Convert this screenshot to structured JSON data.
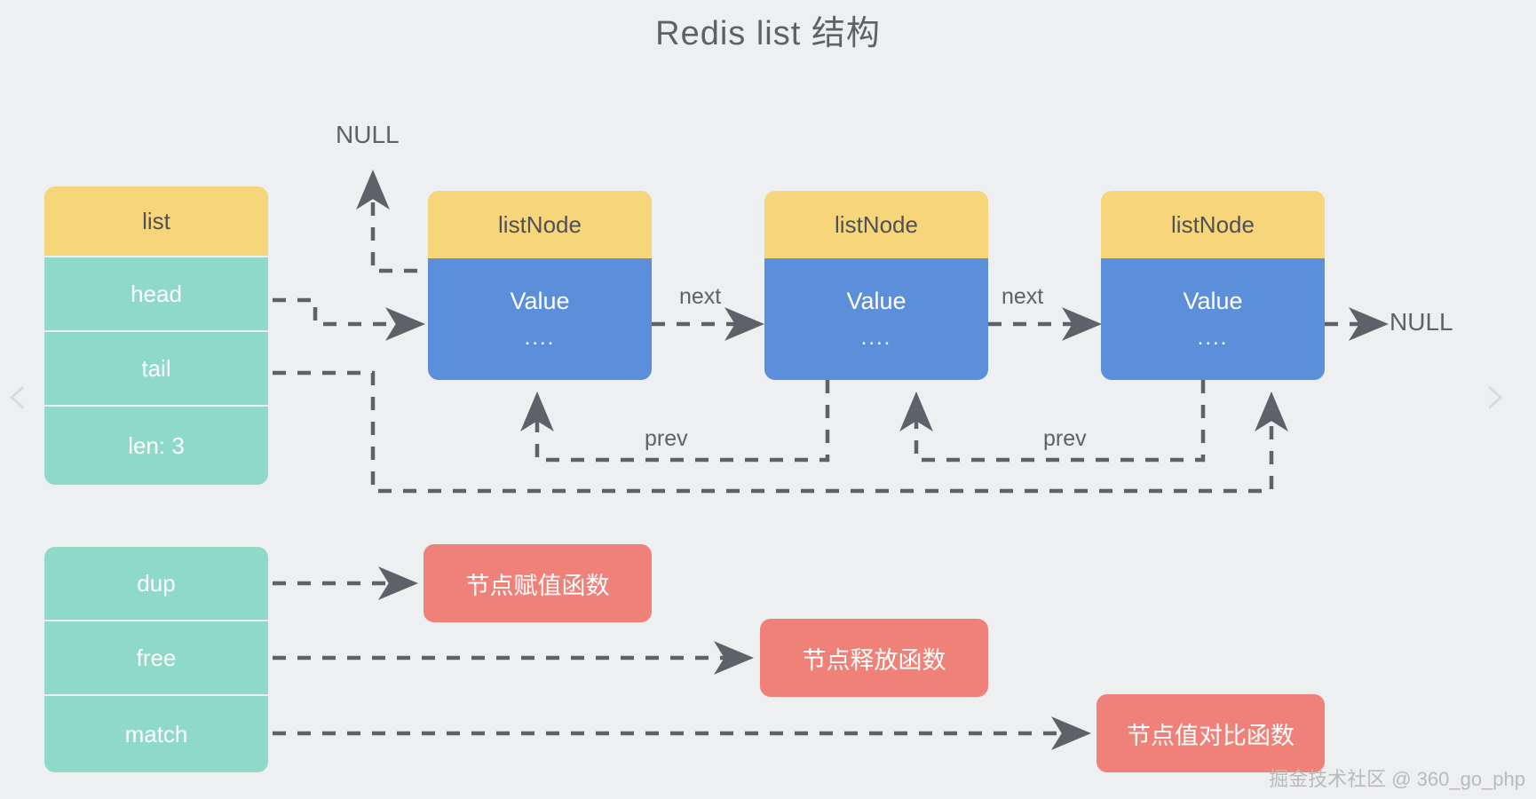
{
  "title": "Redis list 结构",
  "background": "#eeeff1",
  "colors": {
    "yellow": "#f7d57a",
    "teal": "#8ed9c8",
    "blue": "#5b8fd9",
    "red": "#ef8179",
    "line": "#5c6268",
    "text_dark": "#4e5256"
  },
  "list_struct": {
    "header": "list",
    "fields": [
      {
        "label": "head"
      },
      {
        "label": "tail"
      },
      {
        "label": "len: 3"
      }
    ]
  },
  "callbacks": {
    "fields": [
      {
        "label": "dup"
      },
      {
        "label": "free"
      },
      {
        "label": "match"
      }
    ],
    "targets": [
      {
        "label": "节点赋值函数"
      },
      {
        "label": "节点释放函数"
      },
      {
        "label": "节点值对比函数"
      }
    ]
  },
  "nodes": [
    {
      "header": "listNode",
      "value": "Value",
      "dots": "...."
    },
    {
      "header": "listNode",
      "value": "Value",
      "dots": "...."
    },
    {
      "header": "listNode",
      "value": "Value",
      "dots": "...."
    }
  ],
  "edge_labels": {
    "next_1": "next",
    "next_2": "next",
    "prev_1": "prev",
    "prev_2": "prev"
  },
  "null_labels": {
    "head_prev_null": "NULL",
    "tail_next_null": "NULL"
  },
  "carousel": {
    "prev_chevron": "‹",
    "next_chevron": "›"
  },
  "watermark": "掘金技术社区 @ 360_go_php"
}
